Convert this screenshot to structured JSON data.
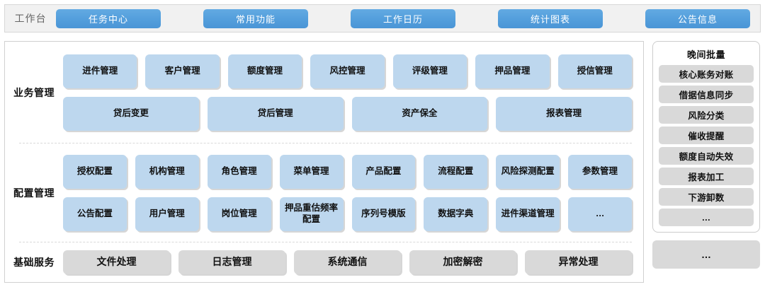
{
  "topbar": {
    "label": "工作台",
    "tabs": [
      {
        "label": "任务中心"
      },
      {
        "label": "常用功能"
      },
      {
        "label": "工作日历"
      },
      {
        "label": "统计图表"
      },
      {
        "label": "公告信息"
      }
    ]
  },
  "sections": [
    {
      "label": "业务管理",
      "rows": [
        {
          "tiles": [
            {
              "label": "进件管理"
            },
            {
              "label": "客户管理"
            },
            {
              "label": "额度管理"
            },
            {
              "label": "风控管理"
            },
            {
              "label": "评级管理"
            },
            {
              "label": "押品管理"
            },
            {
              "label": "授信管理"
            }
          ]
        },
        {
          "tiles": [
            {
              "label": "贷后变更"
            },
            {
              "label": "贷后管理"
            },
            {
              "label": "资产保全"
            },
            {
              "label": "报表管理"
            }
          ]
        }
      ]
    },
    {
      "label": "配置管理",
      "rows": [
        {
          "tiles": [
            {
              "label": "授权配置"
            },
            {
              "label": "机构管理"
            },
            {
              "label": "角色管理"
            },
            {
              "label": "菜单管理"
            },
            {
              "label": "产品配置"
            },
            {
              "label": "流程配置"
            },
            {
              "label": "风险探测配置"
            },
            {
              "label": "参数管理"
            }
          ]
        },
        {
          "tiles": [
            {
              "label": "公告配置"
            },
            {
              "label": "用户管理"
            },
            {
              "label": "岗位管理"
            },
            {
              "label": "押品重估频率配置"
            },
            {
              "label": "序列号模版"
            },
            {
              "label": "数据字典"
            },
            {
              "label": "进件渠道管理"
            },
            {
              "label": "…"
            }
          ]
        }
      ]
    },
    {
      "label": "基础服务",
      "rows": [
        {
          "tiles": [
            {
              "label": "文件处理"
            },
            {
              "label": "日志管理"
            },
            {
              "label": "系统通信"
            },
            {
              "label": "加密解密"
            },
            {
              "label": "异常处理"
            }
          ]
        }
      ]
    }
  ],
  "batch_panel": {
    "title": "晚间批量",
    "items": [
      {
        "label": "核心账务对账"
      },
      {
        "label": "借据信息同步"
      },
      {
        "label": "风险分类"
      },
      {
        "label": "催收提醒"
      },
      {
        "label": "额度自动失效"
      },
      {
        "label": "报表加工"
      },
      {
        "label": "下游卸数"
      },
      {
        "label": "…"
      }
    ]
  },
  "extra_tile": {
    "label": "…"
  },
  "colors": {
    "accent_blue": "#4b95d6",
    "tile_blue": "#bdd7ee",
    "tile_gray": "#d9d9d9",
    "topbar_bg": "#f1f1f1"
  }
}
